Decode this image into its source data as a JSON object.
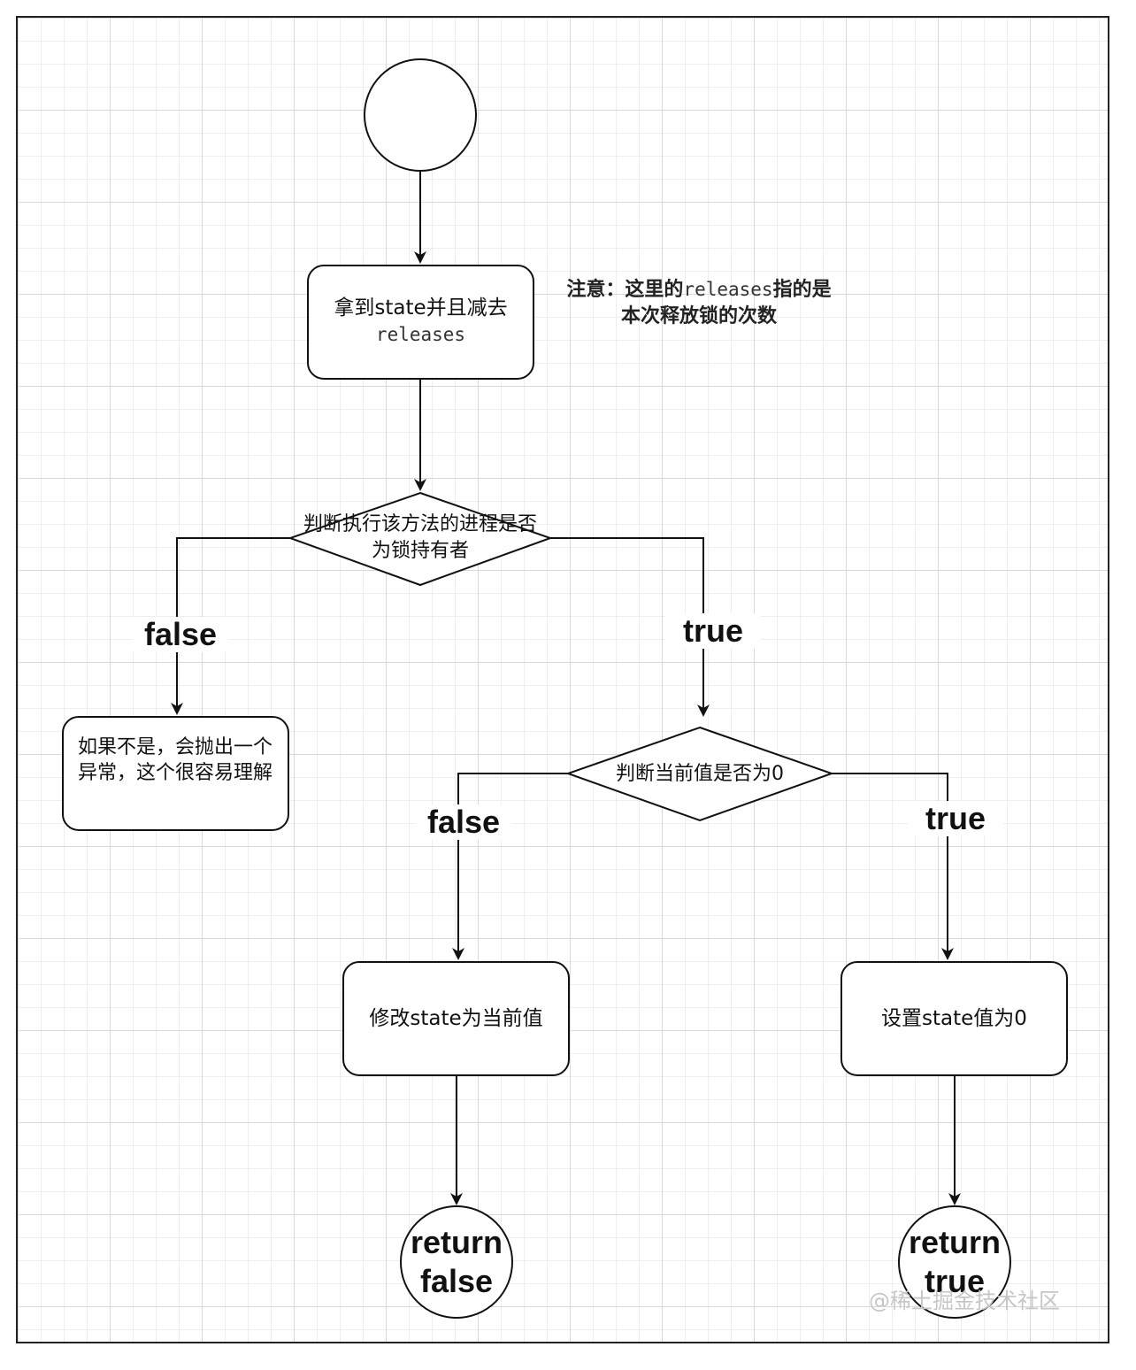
{
  "nodes": {
    "start": {
      "label": ""
    },
    "step1": {
      "text": "拿到state并且减去",
      "code": "releases"
    },
    "note": {
      "prefix": "注意：这里的",
      "code": "releases",
      "suffix": "指的是本次释放锁的次数"
    },
    "decision1": {
      "text": "判断执行该方法的进程是否为锁持有者"
    },
    "exception_box": {
      "text": "如果不是，会抛出一个异常，这个很容易理解"
    },
    "decision2": {
      "text": "判断当前值是否为0"
    },
    "modify_box": {
      "text": "修改state为当前值"
    },
    "set_zero_box": {
      "text": "设置state值为0"
    },
    "end_false": {
      "line1": "return",
      "line2": "false"
    },
    "end_true": {
      "line1": "return",
      "line2": "true"
    }
  },
  "edges": {
    "d1_false": "false",
    "d1_true": "true",
    "d2_false": "false",
    "d2_true": "true"
  },
  "watermark": "@稀土掘金技术社区",
  "colors": {
    "stroke": "#111111",
    "grid_major": "#d9d9d9",
    "grid_minor": "#eeeeee"
  }
}
